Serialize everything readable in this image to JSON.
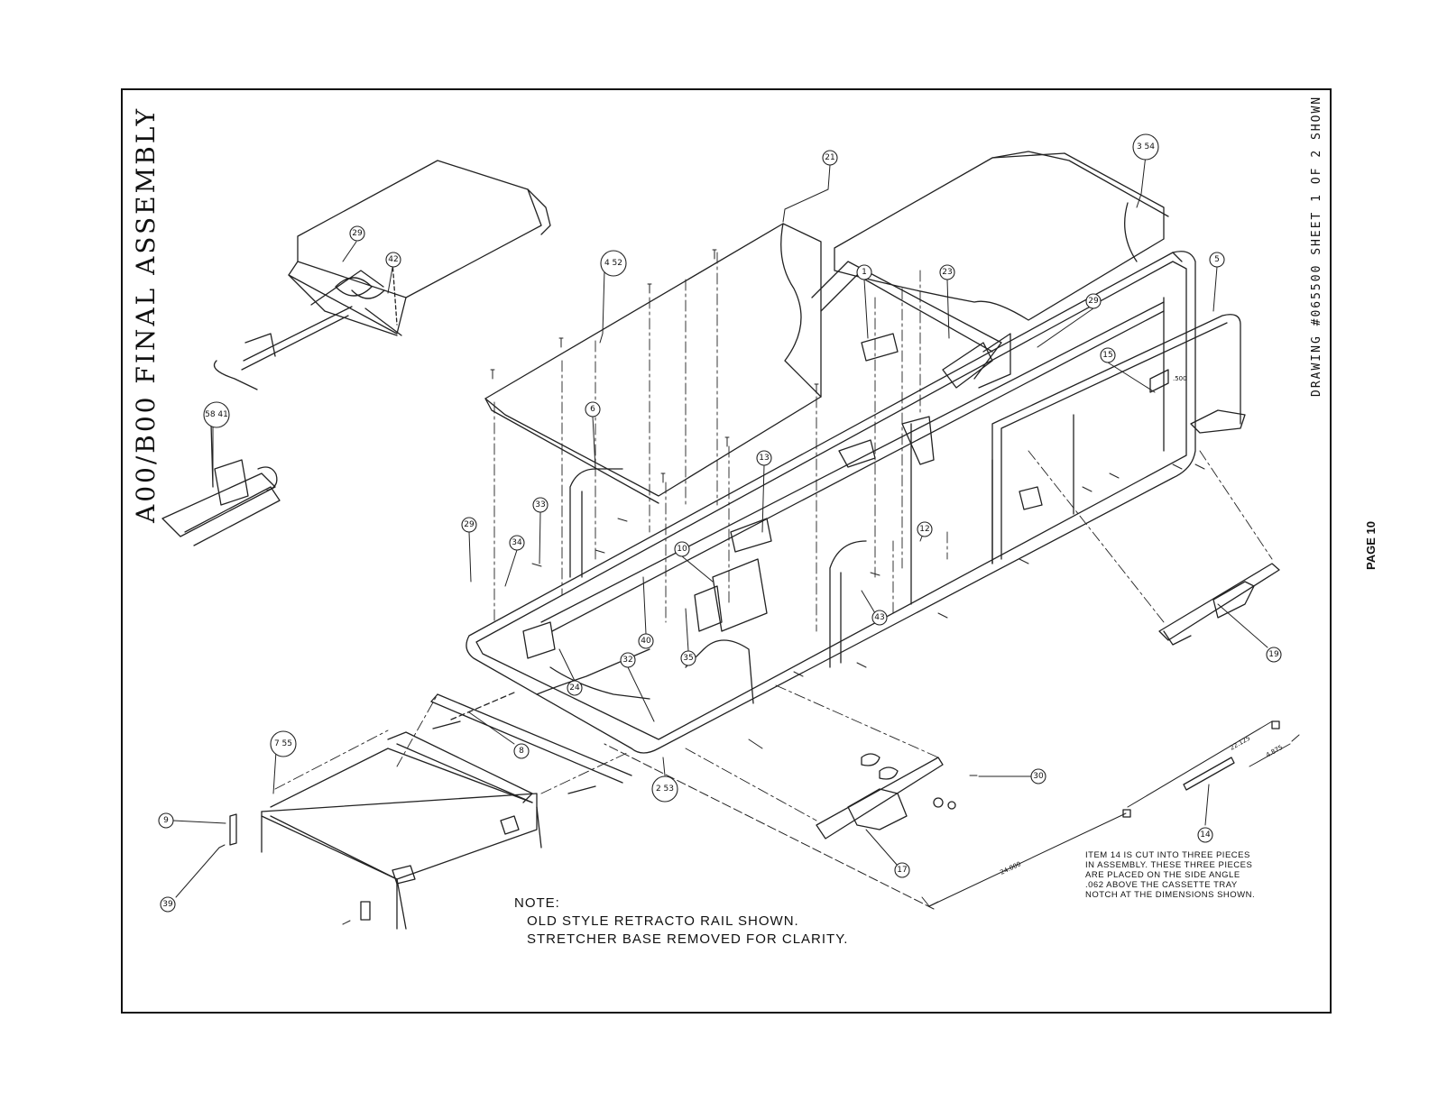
{
  "title": "A00/B00 FINAL ASSEMBLY",
  "drawing_label": "DRAWING #065500 SHEET 1 OF 2 SHOWN",
  "page_label": "PAGE 10",
  "note": {
    "heading": "NOTE:",
    "lines": [
      "OLD STYLE RETRACTO RAIL SHOWN.",
      "STRETCHER BASE REMOVED FOR CLARITY."
    ]
  },
  "item14_note": {
    "lines": [
      "ITEM 14 IS CUT INTO THREE PIECES",
      "IN ASSEMBLY. THESE THREE PIECES",
      "ARE PLACED ON THE SIDE ANGLE",
      ".062 ABOVE THE CASSETTE TRAY",
      "NOTCH AT THE DIMENSIONS SHOWN."
    ]
  },
  "dimensions": {
    "a": "22.125",
    "b": "4.875",
    "c": "24.000",
    "d": ".500"
  },
  "balloons": {
    "b21": "21",
    "b3_54": "3 54",
    "b4_52": "4 52",
    "b29a": "29",
    "b42": "42",
    "b5": "5",
    "b1": "1",
    "b23": "23",
    "b29b": "29",
    "b15": "15",
    "b58_41": "58 41",
    "b6": "6",
    "b13a": "13",
    "b33": "33",
    "b29c": "29",
    "b34": "34",
    "b10": "10",
    "b12": "12",
    "b43": "43",
    "b40": "40",
    "b35": "35",
    "b32": "32",
    "b24": "24",
    "b19": "19",
    "b8": "8",
    "b7_55": "7 55",
    "b9": "9",
    "b2_53": "2 53",
    "b30": "30",
    "b17": "17",
    "b14": "14",
    "b39": "39"
  }
}
